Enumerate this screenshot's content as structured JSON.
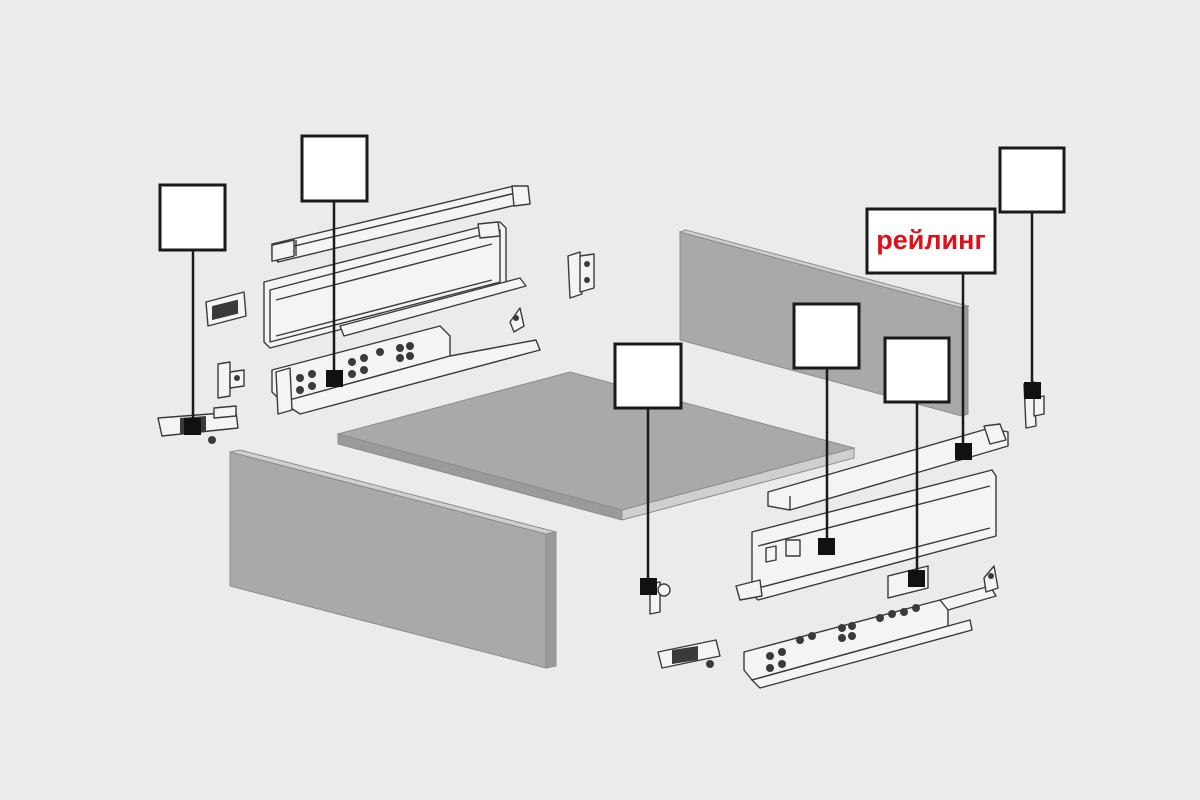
{
  "figure": {
    "accent_color": "#e0101a",
    "callouts": [
      {
        "id": "hinge-bracket",
        "label": ""
      },
      {
        "id": "left-drawer-side",
        "label": ""
      },
      {
        "id": "front-fixing-bracket",
        "label": ""
      },
      {
        "id": "right-drawer-side",
        "label": ""
      },
      {
        "id": "railing",
        "label": "рейлинг"
      },
      {
        "id": "rear-bracket",
        "label": ""
      },
      {
        "id": "side-cap",
        "label": ""
      }
    ],
    "parts": [
      "front-panel",
      "bottom-panel",
      "back-panel",
      "left-drawer-side-assembly",
      "right-drawer-side-assembly",
      "left-rail",
      "right-rail",
      "left-railing",
      "right-railing",
      "locking-device-left",
      "locking-device-right"
    ]
  }
}
